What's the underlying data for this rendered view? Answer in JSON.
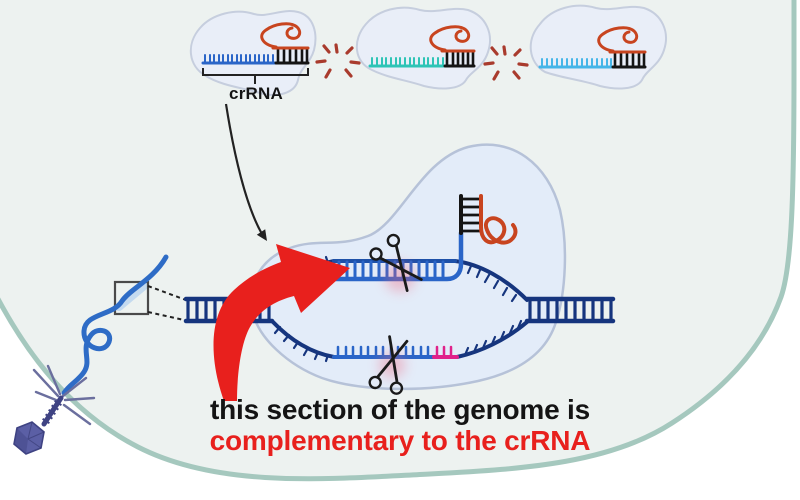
{
  "scene": {
    "crrna_label": "crRNA",
    "caption": {
      "line1": "this section of the genome is",
      "line2": "complementary to the crRNA"
    }
  },
  "colors": {
    "background": "#ffffff",
    "cell_fill": "#edf2f0",
    "cell_border": "#a5c8be",
    "vesicle_fill": "#e9eef8",
    "vesicle_border": "#c6cede",
    "bubble_fill": "#e3ecf9",
    "bubble_border": "#b6c2d8",
    "genome_navy": "#16357e",
    "hybrid_top_rail": "#1d50a8",
    "crRNA_blue": "#2a65c8",
    "crRNA_teal": "#2ec4b6",
    "crRNA_lightblue": "#45b5e8",
    "tracr_orange": "#c8441f",
    "repeat_black": "#141414",
    "pam_magenta": "#e0218a",
    "burst_red": "#a93b2d",
    "arrow_red": "#e8201d",
    "cut_glow_pink": "#f0607a",
    "phage_body": "#5b5fa5",
    "phage_dark": "#3f4383",
    "phage_legs": "#6b6f9e",
    "phage_dna_blue": "#2e6cc6",
    "caption_black": "#141414",
    "caption_red": "#e8201d",
    "annotation_black": "#222222"
  },
  "mini_crRNAs": [
    {
      "strand_color": "#2a65c8",
      "label": "crRNA"
    },
    {
      "strand_color": "#2ec4b6"
    },
    {
      "strand_color": "#45b5e8"
    }
  ]
}
